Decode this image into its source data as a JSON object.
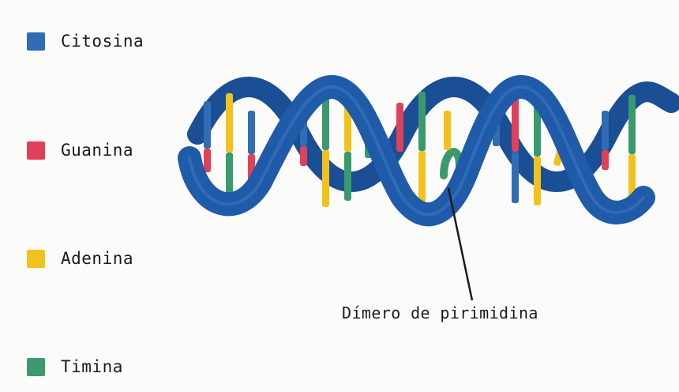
{
  "legend": {
    "items": [
      {
        "label": "Citosina",
        "color": "#2f6db5"
      },
      {
        "label": "Guanina",
        "color": "#e0405a"
      },
      {
        "label": "Adenina",
        "color": "#f2c21c"
      },
      {
        "label": "Timina",
        "color": "#3a9a6e"
      }
    ]
  },
  "annotation": {
    "label": "Dímero de pirimidina"
  },
  "colors": {
    "backbone": "#1f5ba8",
    "backbone_dark": "#17478a",
    "background": "#fbfbf9"
  }
}
